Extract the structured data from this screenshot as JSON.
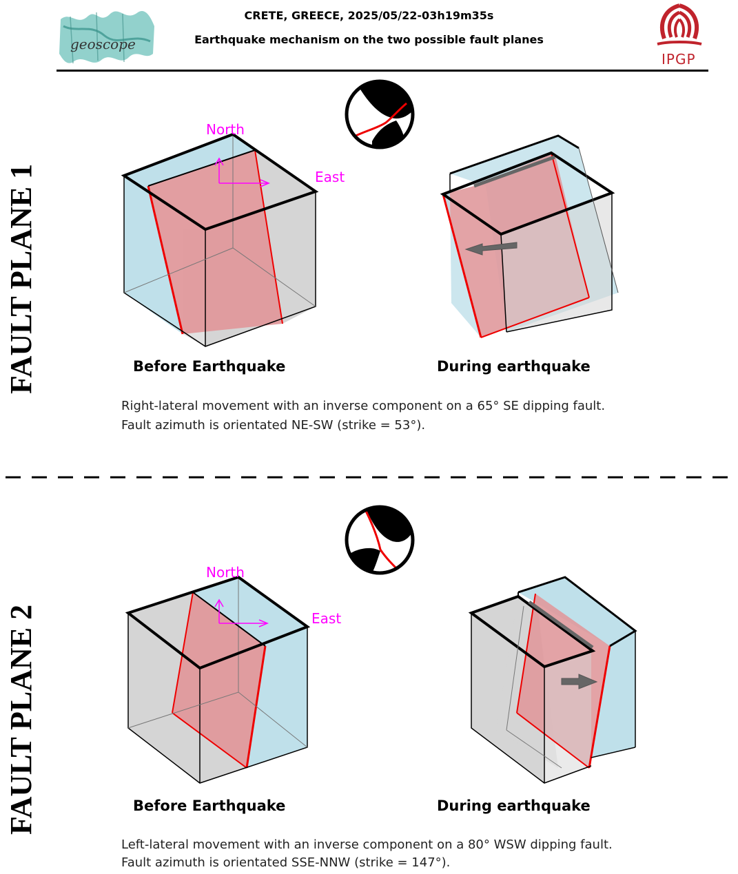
{
  "header": {
    "title_line1": "CRETE, GREECE, 2025/05/22-03h19m35s",
    "title_line2": "Earthquake mechanism on the two possible fault planes",
    "left_logo": "geoscope",
    "right_logo": "IPGP"
  },
  "colors": {
    "fault": "#e0999c",
    "fault_edge": "#ee0000",
    "block_blue": "#bfe0ea",
    "block_gray": "#d5d5d5",
    "direction": "#ff00ff",
    "arrow": "#666666"
  },
  "panels": [
    {
      "side_label": "FAULT PLANE 1",
      "north_label": "North",
      "east_label": "East",
      "before_label": "Before Earthquake",
      "during_label": "During earthquake",
      "description_line1": "Right-lateral movement with an inverse component on a 65° SE dipping fault.",
      "description_line2": "Fault azimuth is orientated NE-SW (strike = 53°)."
    },
    {
      "side_label": "FAULT PLANE 2",
      "north_label": "North",
      "east_label": "East",
      "before_label": "Before Earthquake",
      "during_label": "During earthquake",
      "description_line1": "Left-lateral movement with an inverse component on a 80° WSW dipping fault.",
      "description_line2": "Fault azimuth is orientated SSE-NNW (strike = 147°)."
    }
  ]
}
